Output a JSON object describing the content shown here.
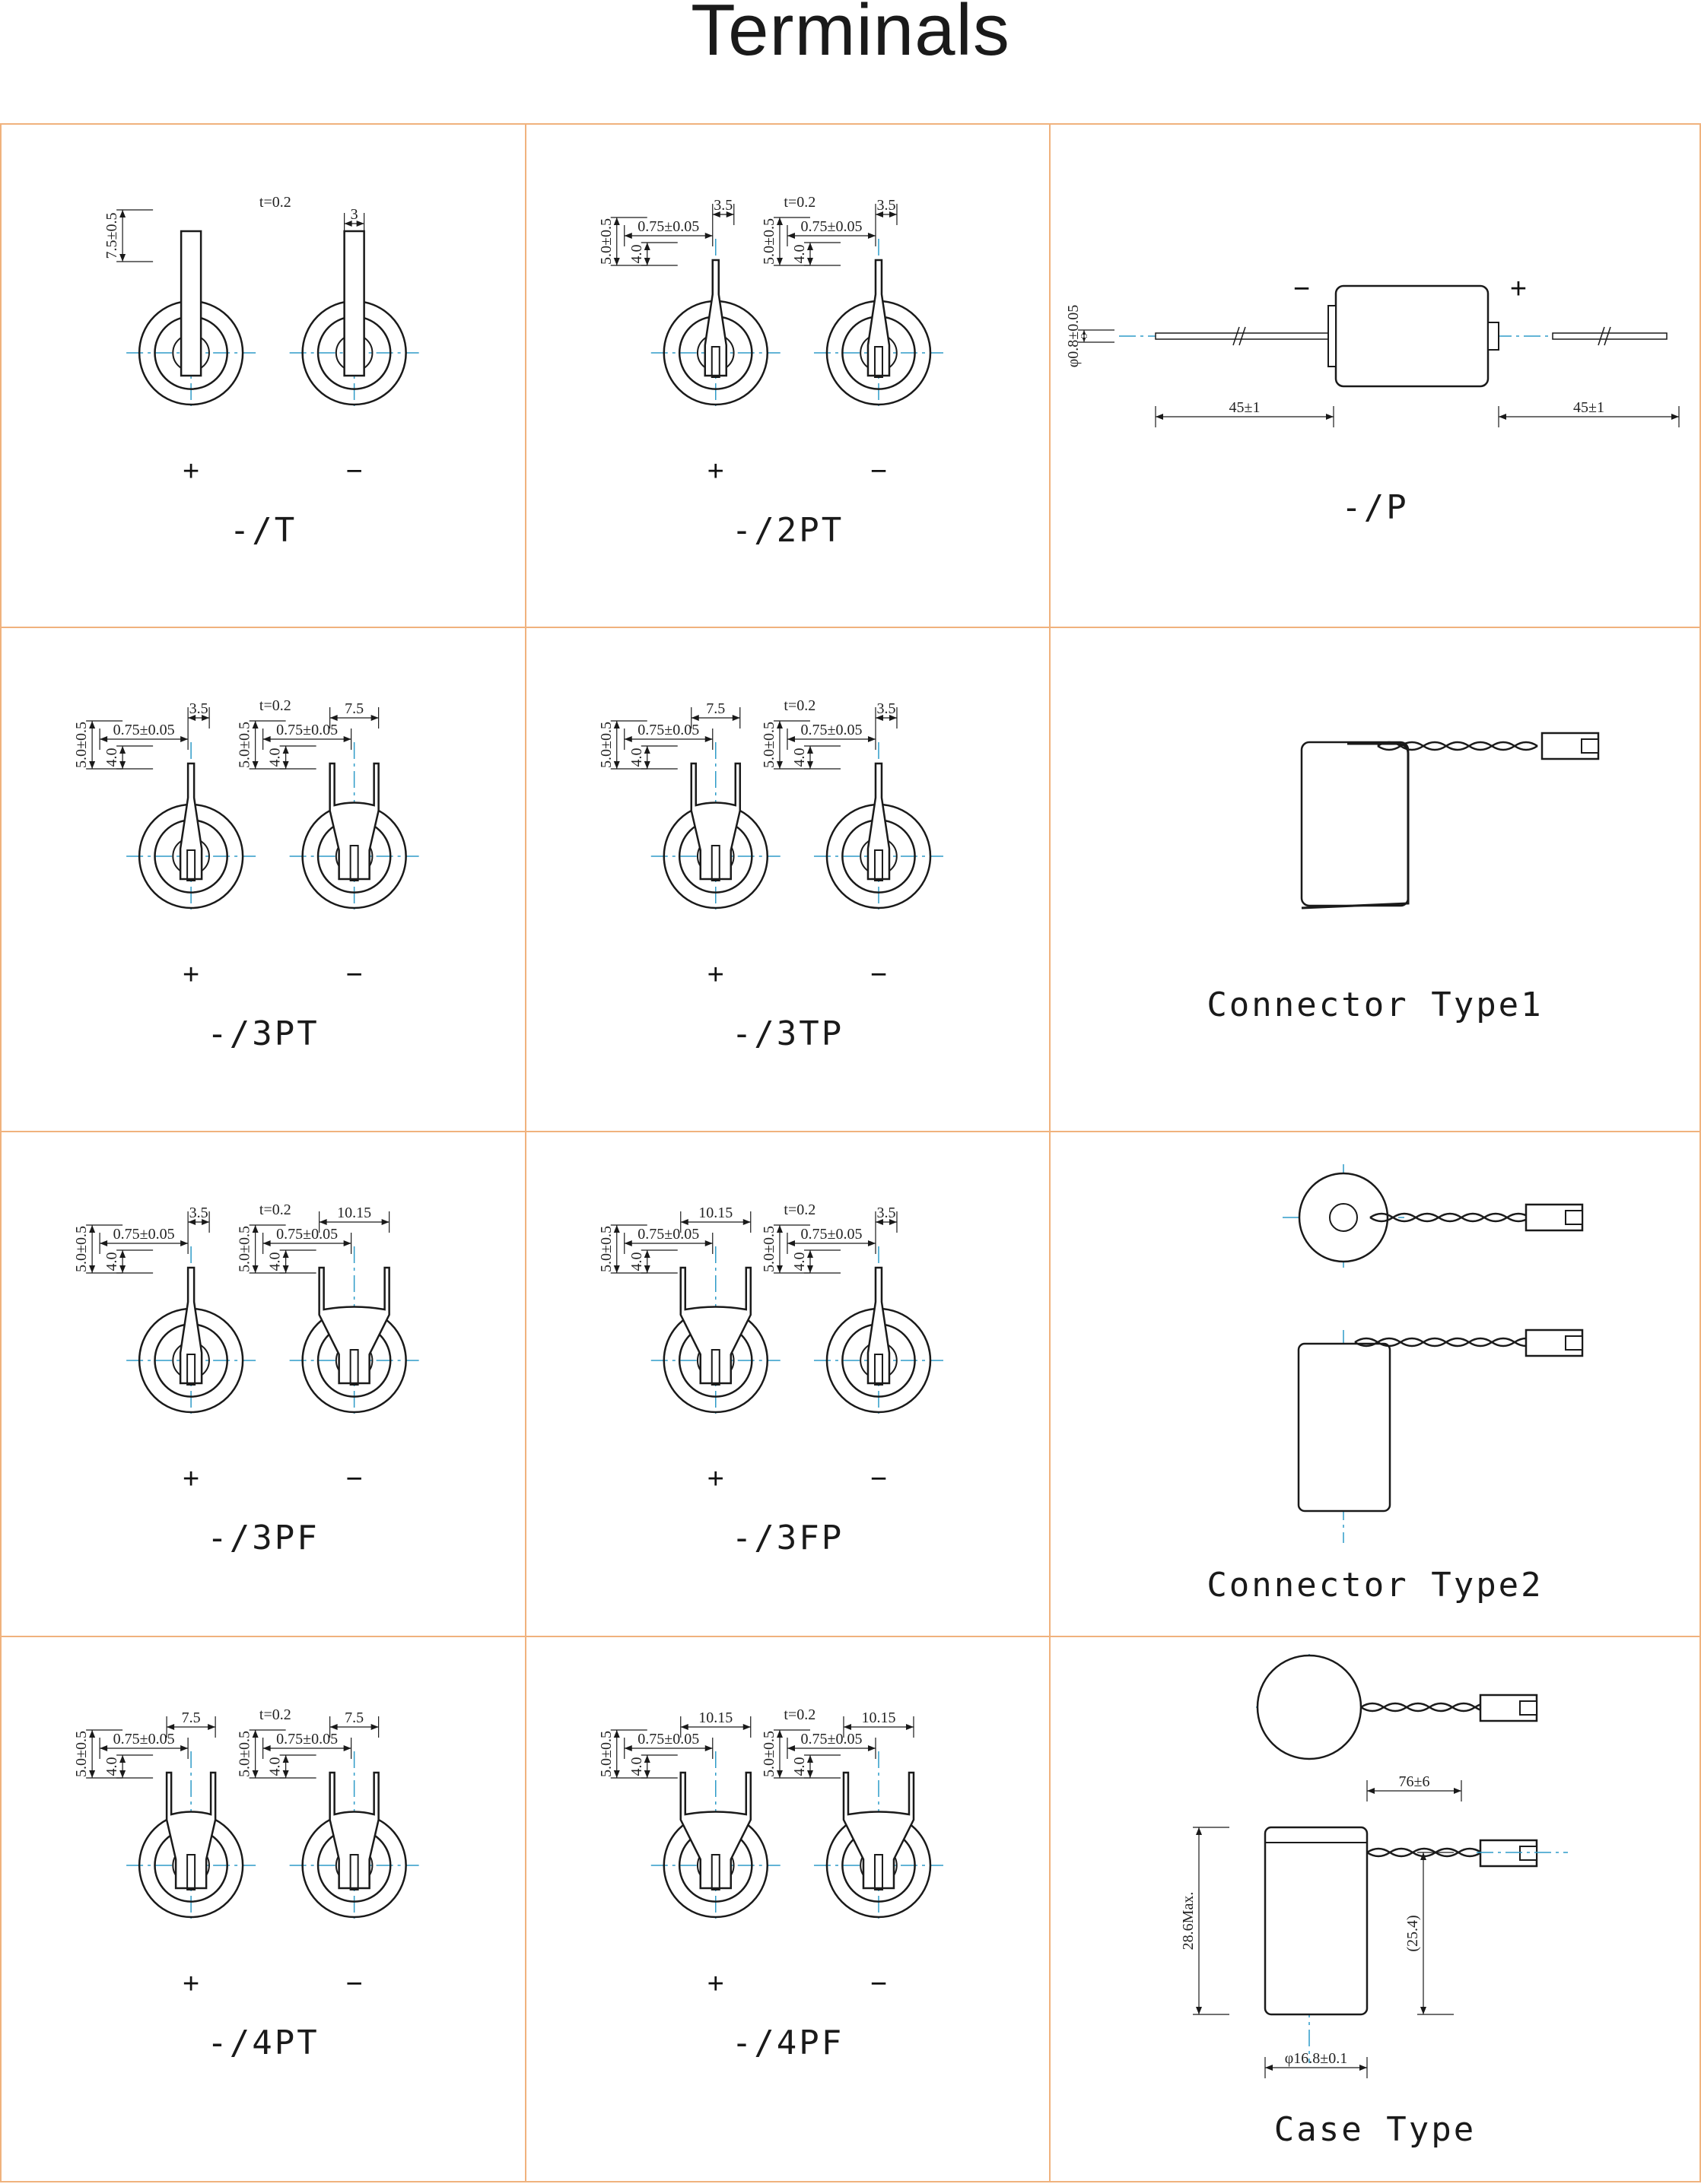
{
  "title": "Terminals",
  "colors": {
    "grid_border": "#f0b27d",
    "centerline": "#2e9cc8",
    "ink": "#1a1a1a"
  },
  "cells": [
    {
      "id": "T",
      "caption": "-/T",
      "signs": [
        "+",
        "−"
      ],
      "dims": {
        "h": "7.5±0.5",
        "w": "3",
        "t": "t=0.2"
      }
    },
    {
      "id": "2PT",
      "caption": "-/2PT",
      "signs": [
        "+",
        "−"
      ],
      "dims": {
        "h": "5.0±0.5",
        "h2": "4.0",
        "w": "3.5",
        "pin": "0.75±0.05",
        "t": "t=0.2"
      }
    },
    {
      "id": "P",
      "caption": "-/P",
      "signs": [
        "−",
        "+"
      ],
      "dims": {
        "dia": "φ0.8±0.05",
        "lead_left": "45±1",
        "lead_right": "45±1"
      }
    },
    {
      "id": "3PT",
      "caption": "-/3PT",
      "signs": [
        "+",
        "−"
      ],
      "dims": {
        "h": "5.0±0.5",
        "h2": "4.0",
        "w": "3.5",
        "pin": "0.75±0.05",
        "wide": "7.5",
        "t": "t=0.2"
      }
    },
    {
      "id": "3TP",
      "caption": "-/3TP",
      "signs": [
        "+",
        "−"
      ],
      "dims": {
        "h": "5.0±0.5",
        "h2": "4.0",
        "w": "3.5",
        "pin": "0.75±0.05",
        "wide": "7.5",
        "t": "t=0.2"
      }
    },
    {
      "id": "CT1",
      "caption": "Connector Type1"
    },
    {
      "id": "3PF",
      "caption": "-/3PF",
      "signs": [
        "+",
        "−"
      ],
      "dims": {
        "h": "5.0±0.5",
        "h2": "4.0",
        "w": "3.5",
        "pin": "0.75±0.05",
        "wide": "10.15",
        "t": "t=0.2"
      }
    },
    {
      "id": "3FP",
      "caption": "-/3FP",
      "signs": [
        "+",
        "−"
      ],
      "dims": {
        "h": "5.0±0.5",
        "h2": "4.0",
        "w": "3.5",
        "pin": "0.75±0.05",
        "wide": "10.15",
        "t": "t=0.2"
      }
    },
    {
      "id": "CT2",
      "caption": "Connector Type2"
    },
    {
      "id": "4PT",
      "caption": "-/4PT",
      "signs": [
        "+",
        "−"
      ],
      "dims": {
        "h": "5.0±0.5",
        "h2": "4.0",
        "pin": "0.75±0.05",
        "wide": "7.5",
        "t": "t=0.2"
      }
    },
    {
      "id": "4PF",
      "caption": "-/4PF",
      "signs": [
        "+",
        "−"
      ],
      "dims": {
        "h": "5.0±0.5",
        "h2": "4.0",
        "pin": "0.75±0.05",
        "wide": "10.15",
        "t": "t=0.2"
      }
    },
    {
      "id": "CASE",
      "caption": "Case Type",
      "dims": {
        "height": "28.6Max.",
        "diameter": "φ16.8±0.1",
        "lead": "76±6",
        "pitch": "(25.4)"
      }
    }
  ]
}
